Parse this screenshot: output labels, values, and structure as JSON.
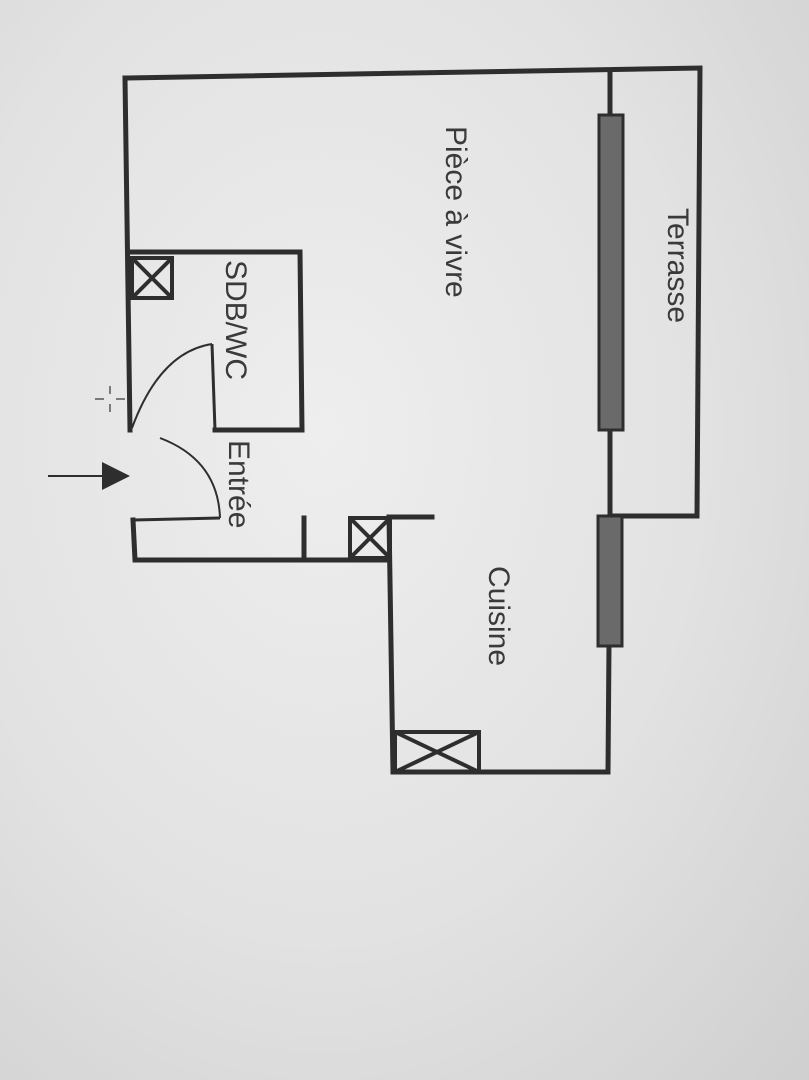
{
  "rooms": {
    "living": "Pièce à vivre",
    "terrace": "Terrasse",
    "bathroom": "SDB/WC",
    "entry": "Entrée",
    "kitchen": "Cuisine"
  },
  "icons": {
    "entry_arrow": "arrow-right-icon",
    "cursor": "crosshair-icon",
    "duct": "crossed-box-icon"
  },
  "colors": {
    "walls": "#2e2e2e",
    "windows": "#6a6a6a",
    "background": "#e6e6e6"
  }
}
